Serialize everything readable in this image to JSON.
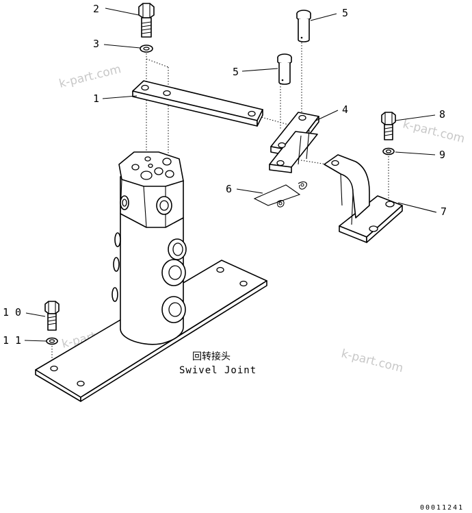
{
  "callouts": {
    "c1": "1",
    "c2": "2",
    "c3": "3",
    "c4": "4",
    "c5a": "5",
    "c5b": "5",
    "c6": "6",
    "c7": "7",
    "c8": "8",
    "c9": "9",
    "c10": "1 0",
    "c11": "1 1"
  },
  "caption": {
    "chinese": "回转接头",
    "english": "Swivel Joint"
  },
  "watermarks": {
    "w1": "k-part.com",
    "w2": "k-part.com",
    "w3": "k-part.com",
    "w4": "k-part.com"
  },
  "document_id": "00011241",
  "colors": {
    "line": "#000000",
    "watermark": "#c8c8c8",
    "background": "#ffffff"
  }
}
